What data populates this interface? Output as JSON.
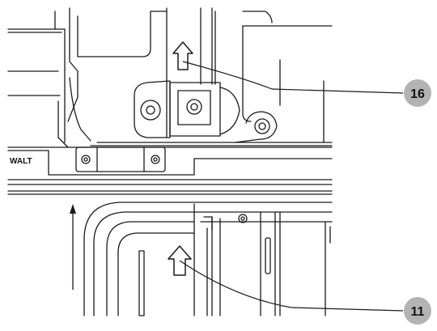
{
  "figure": {
    "brand_label": "WALT",
    "callouts": [
      {
        "id": "16",
        "label": "16"
      },
      {
        "id": "11",
        "label": "11"
      }
    ],
    "colors": {
      "line": "#1a1a1a",
      "callout_fill": "#b3b3b3",
      "background": "#ffffff"
    }
  }
}
